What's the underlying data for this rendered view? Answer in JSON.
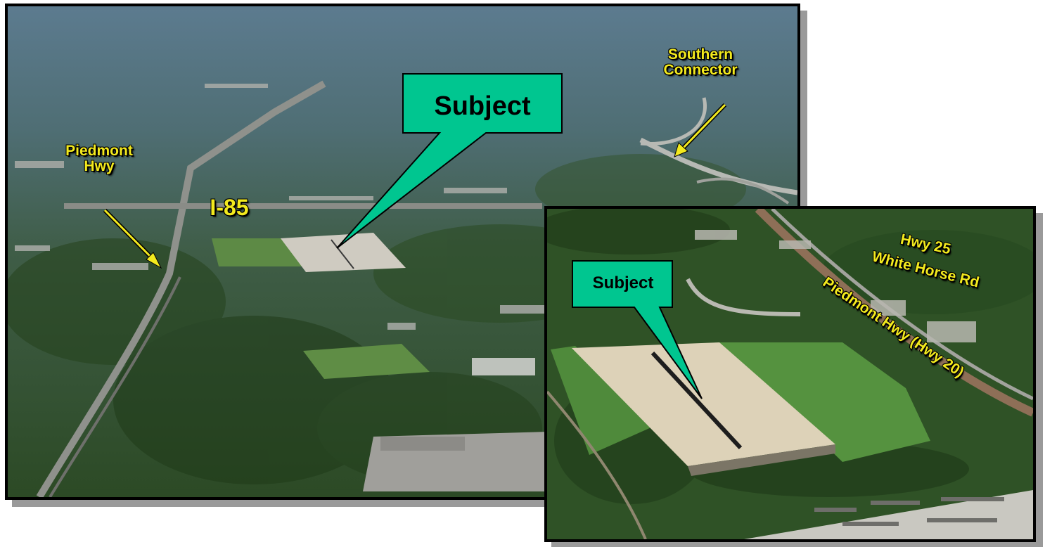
{
  "main_photo": {
    "labels": {
      "southern_connector": [
        "Southern",
        "Connector"
      ],
      "piedmont_hwy": [
        "Piedmont",
        "Hwy"
      ],
      "i85": "I-85",
      "subject": "Subject"
    }
  },
  "inset_photo": {
    "labels": {
      "subject": "Subject",
      "hwy25": "Hwy 25",
      "white_horse": "White Horse Rd",
      "piedmont_hwy20": "Piedmont Hwy (Hwy 20)"
    }
  },
  "colors": {
    "callout_fill": "#00c690",
    "label_yellow": "#f3ea1e",
    "frame": "#000000"
  }
}
